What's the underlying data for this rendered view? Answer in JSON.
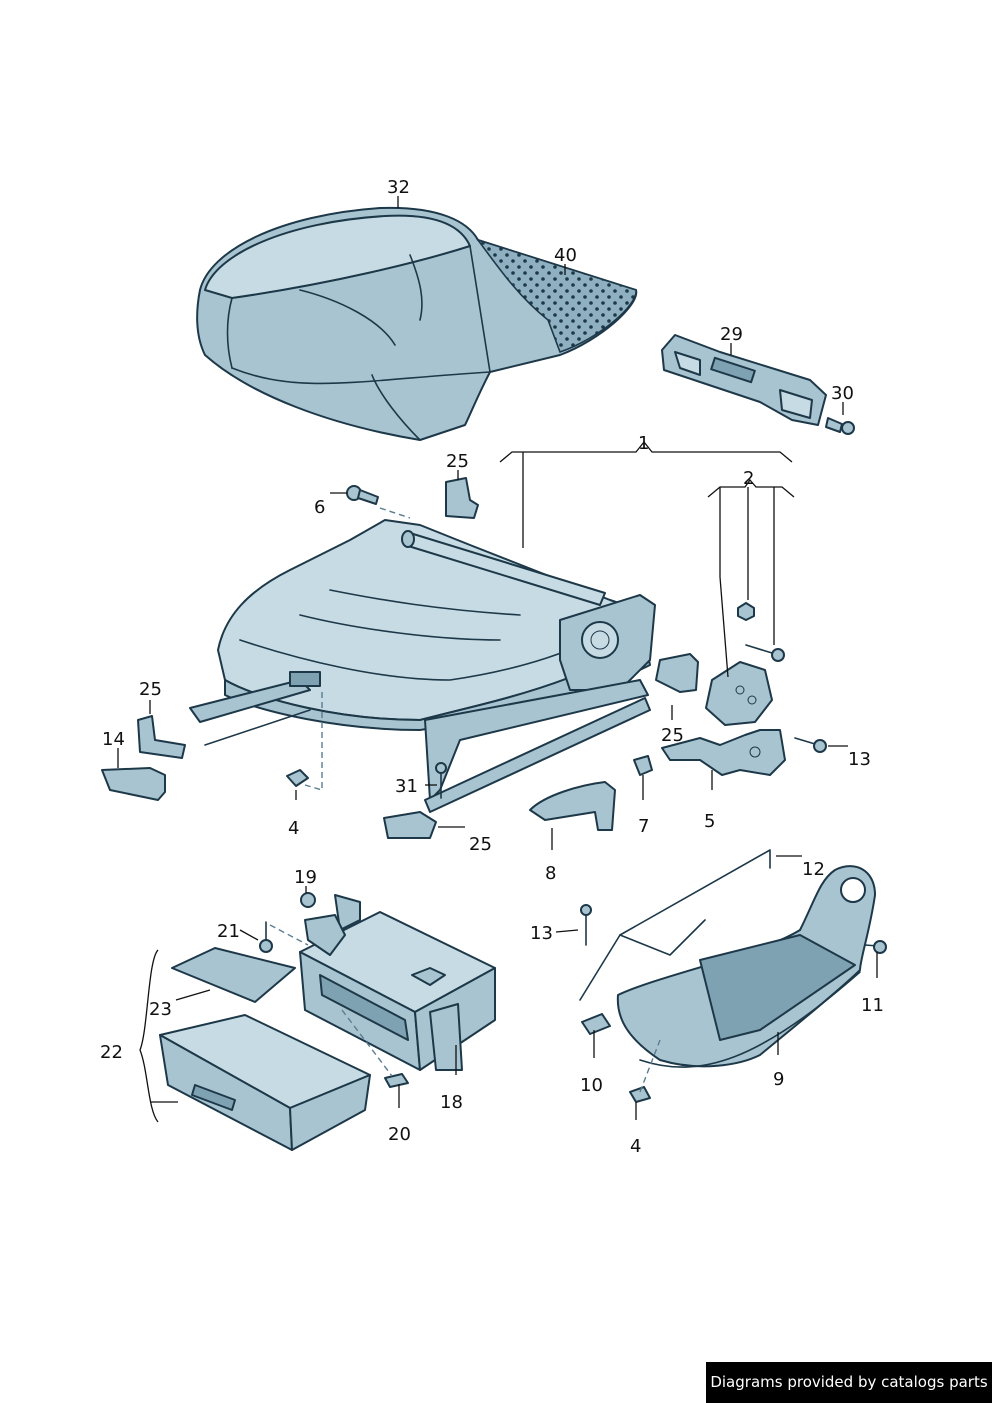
{
  "callouts": {
    "c32": "32",
    "c40": "40",
    "c29": "29",
    "c30": "30",
    "c1": "1",
    "c2": "2",
    "c25a": "25",
    "c6": "6",
    "c25b": "25",
    "c14": "14",
    "c4a": "4",
    "c31": "31",
    "c25c": "25",
    "c25d": "25",
    "c8": "8",
    "c7": "7",
    "c5": "5",
    "c13a": "13",
    "c12": "12",
    "c19": "19",
    "c21": "21",
    "c23": "23",
    "c22": "22",
    "c18": "18",
    "c20": "20",
    "c13b": "13",
    "c11": "11",
    "c9": "9",
    "c10": "10",
    "c4b": "4"
  },
  "credit": "Diagrams provided by catalogs parts",
  "colors": {
    "part": "#a9c4d1",
    "part_light": "#c6dbe4",
    "part_dark": "#7fa2b3",
    "outline": "#1d3848"
  }
}
